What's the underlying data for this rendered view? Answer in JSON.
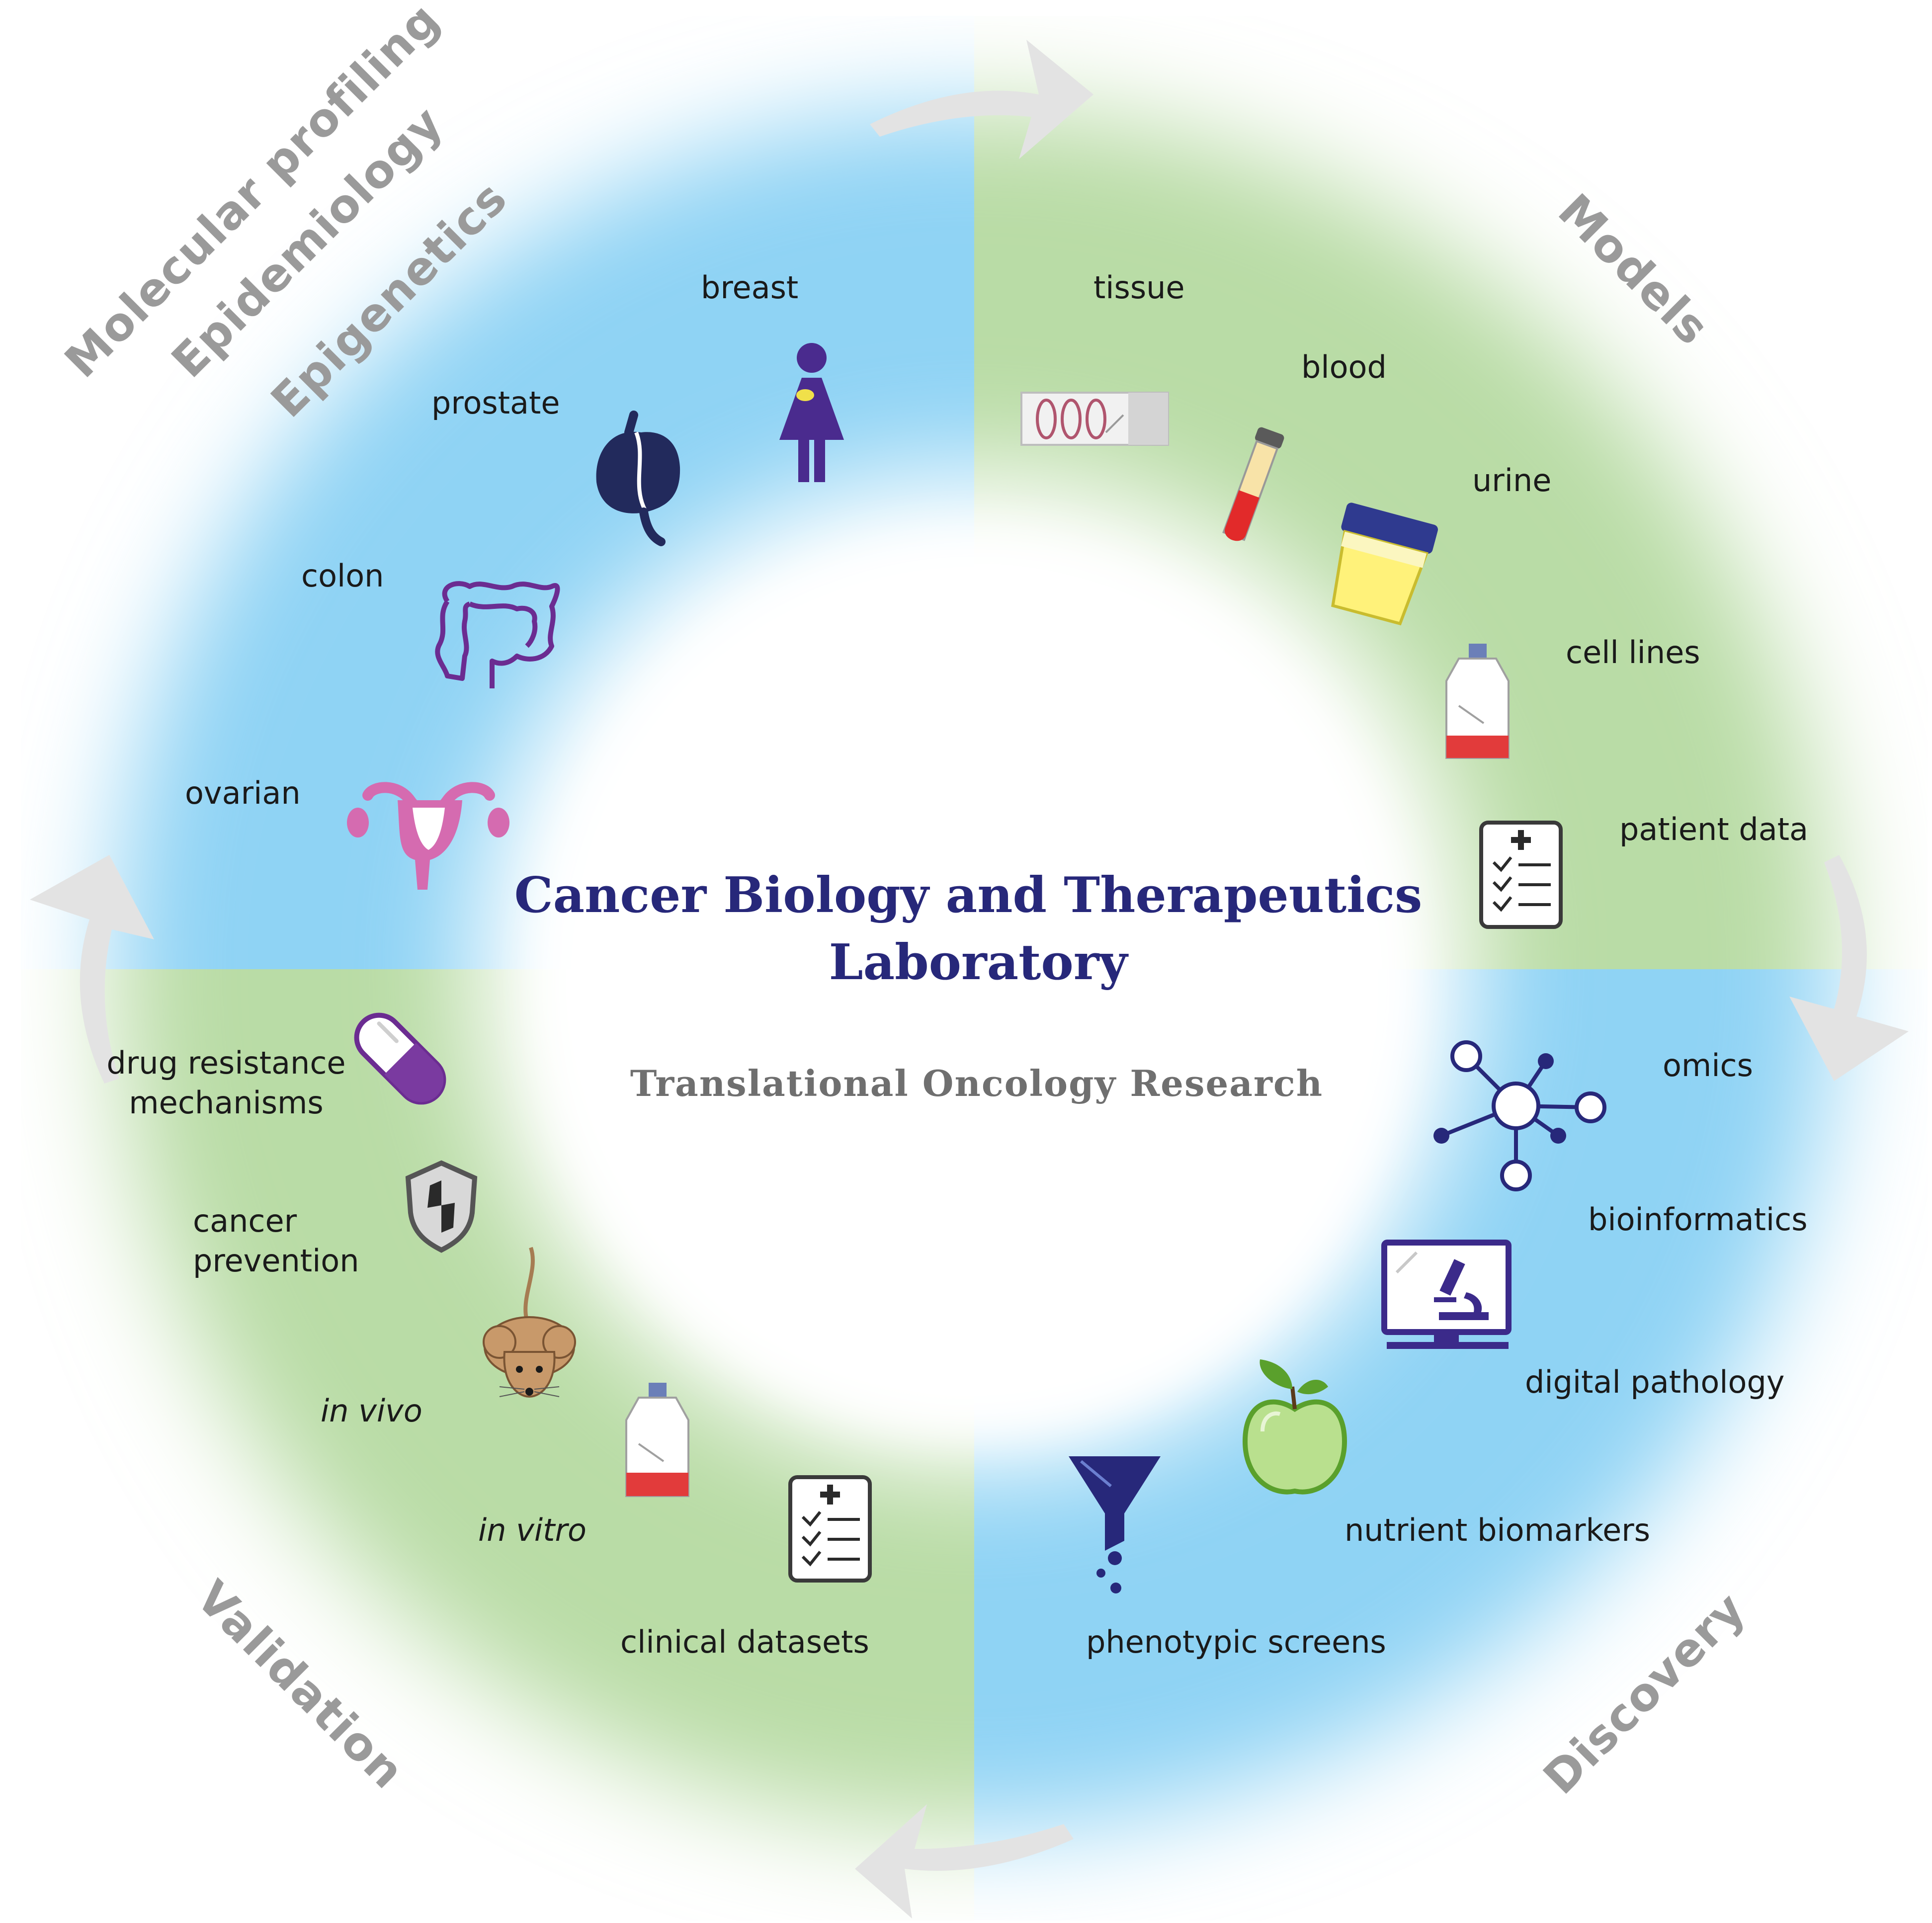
{
  "title_line1": "Cancer Biology and Therapeutics",
  "title_line2": "Laboratory",
  "subtitle": "Translational Oncology Research",
  "quadrant_titles": {
    "top_left": [
      "Molecular profiling",
      "Epidemiology",
      "Epigenetics"
    ],
    "top_right": "Models",
    "bottom_right": "Discovery",
    "bottom_left": "Validation"
  },
  "colors": {
    "blue": "#8fd3f4",
    "green": "#b9dca6",
    "navy": "#27287a",
    "purple": "#6b2c91",
    "grey_arrow": "#e3e3e3"
  },
  "items": {
    "breast": "breast",
    "prostate": "prostate",
    "colon": "colon",
    "ovarian": "ovarian",
    "tissue": "tissue",
    "blood": "blood",
    "urine": "urine",
    "cell_lines": "cell lines",
    "patient_data": "patient data",
    "omics": "omics",
    "bioinformatics": "bioinformatics",
    "digital_pathology": "digital pathology",
    "nutrient_biomarkers": "nutrient biomarkers",
    "phenotypic_screens": "phenotypic screens",
    "clinical_datasets": "clinical datasets",
    "in_vitro": "in vitro",
    "in_vivo": "in vivo",
    "cancer_prevention_1": "cancer",
    "cancer_prevention_2": "prevention",
    "drug_resistance_1": "drug resistance",
    "drug_resistance_2": "mechanisms"
  }
}
